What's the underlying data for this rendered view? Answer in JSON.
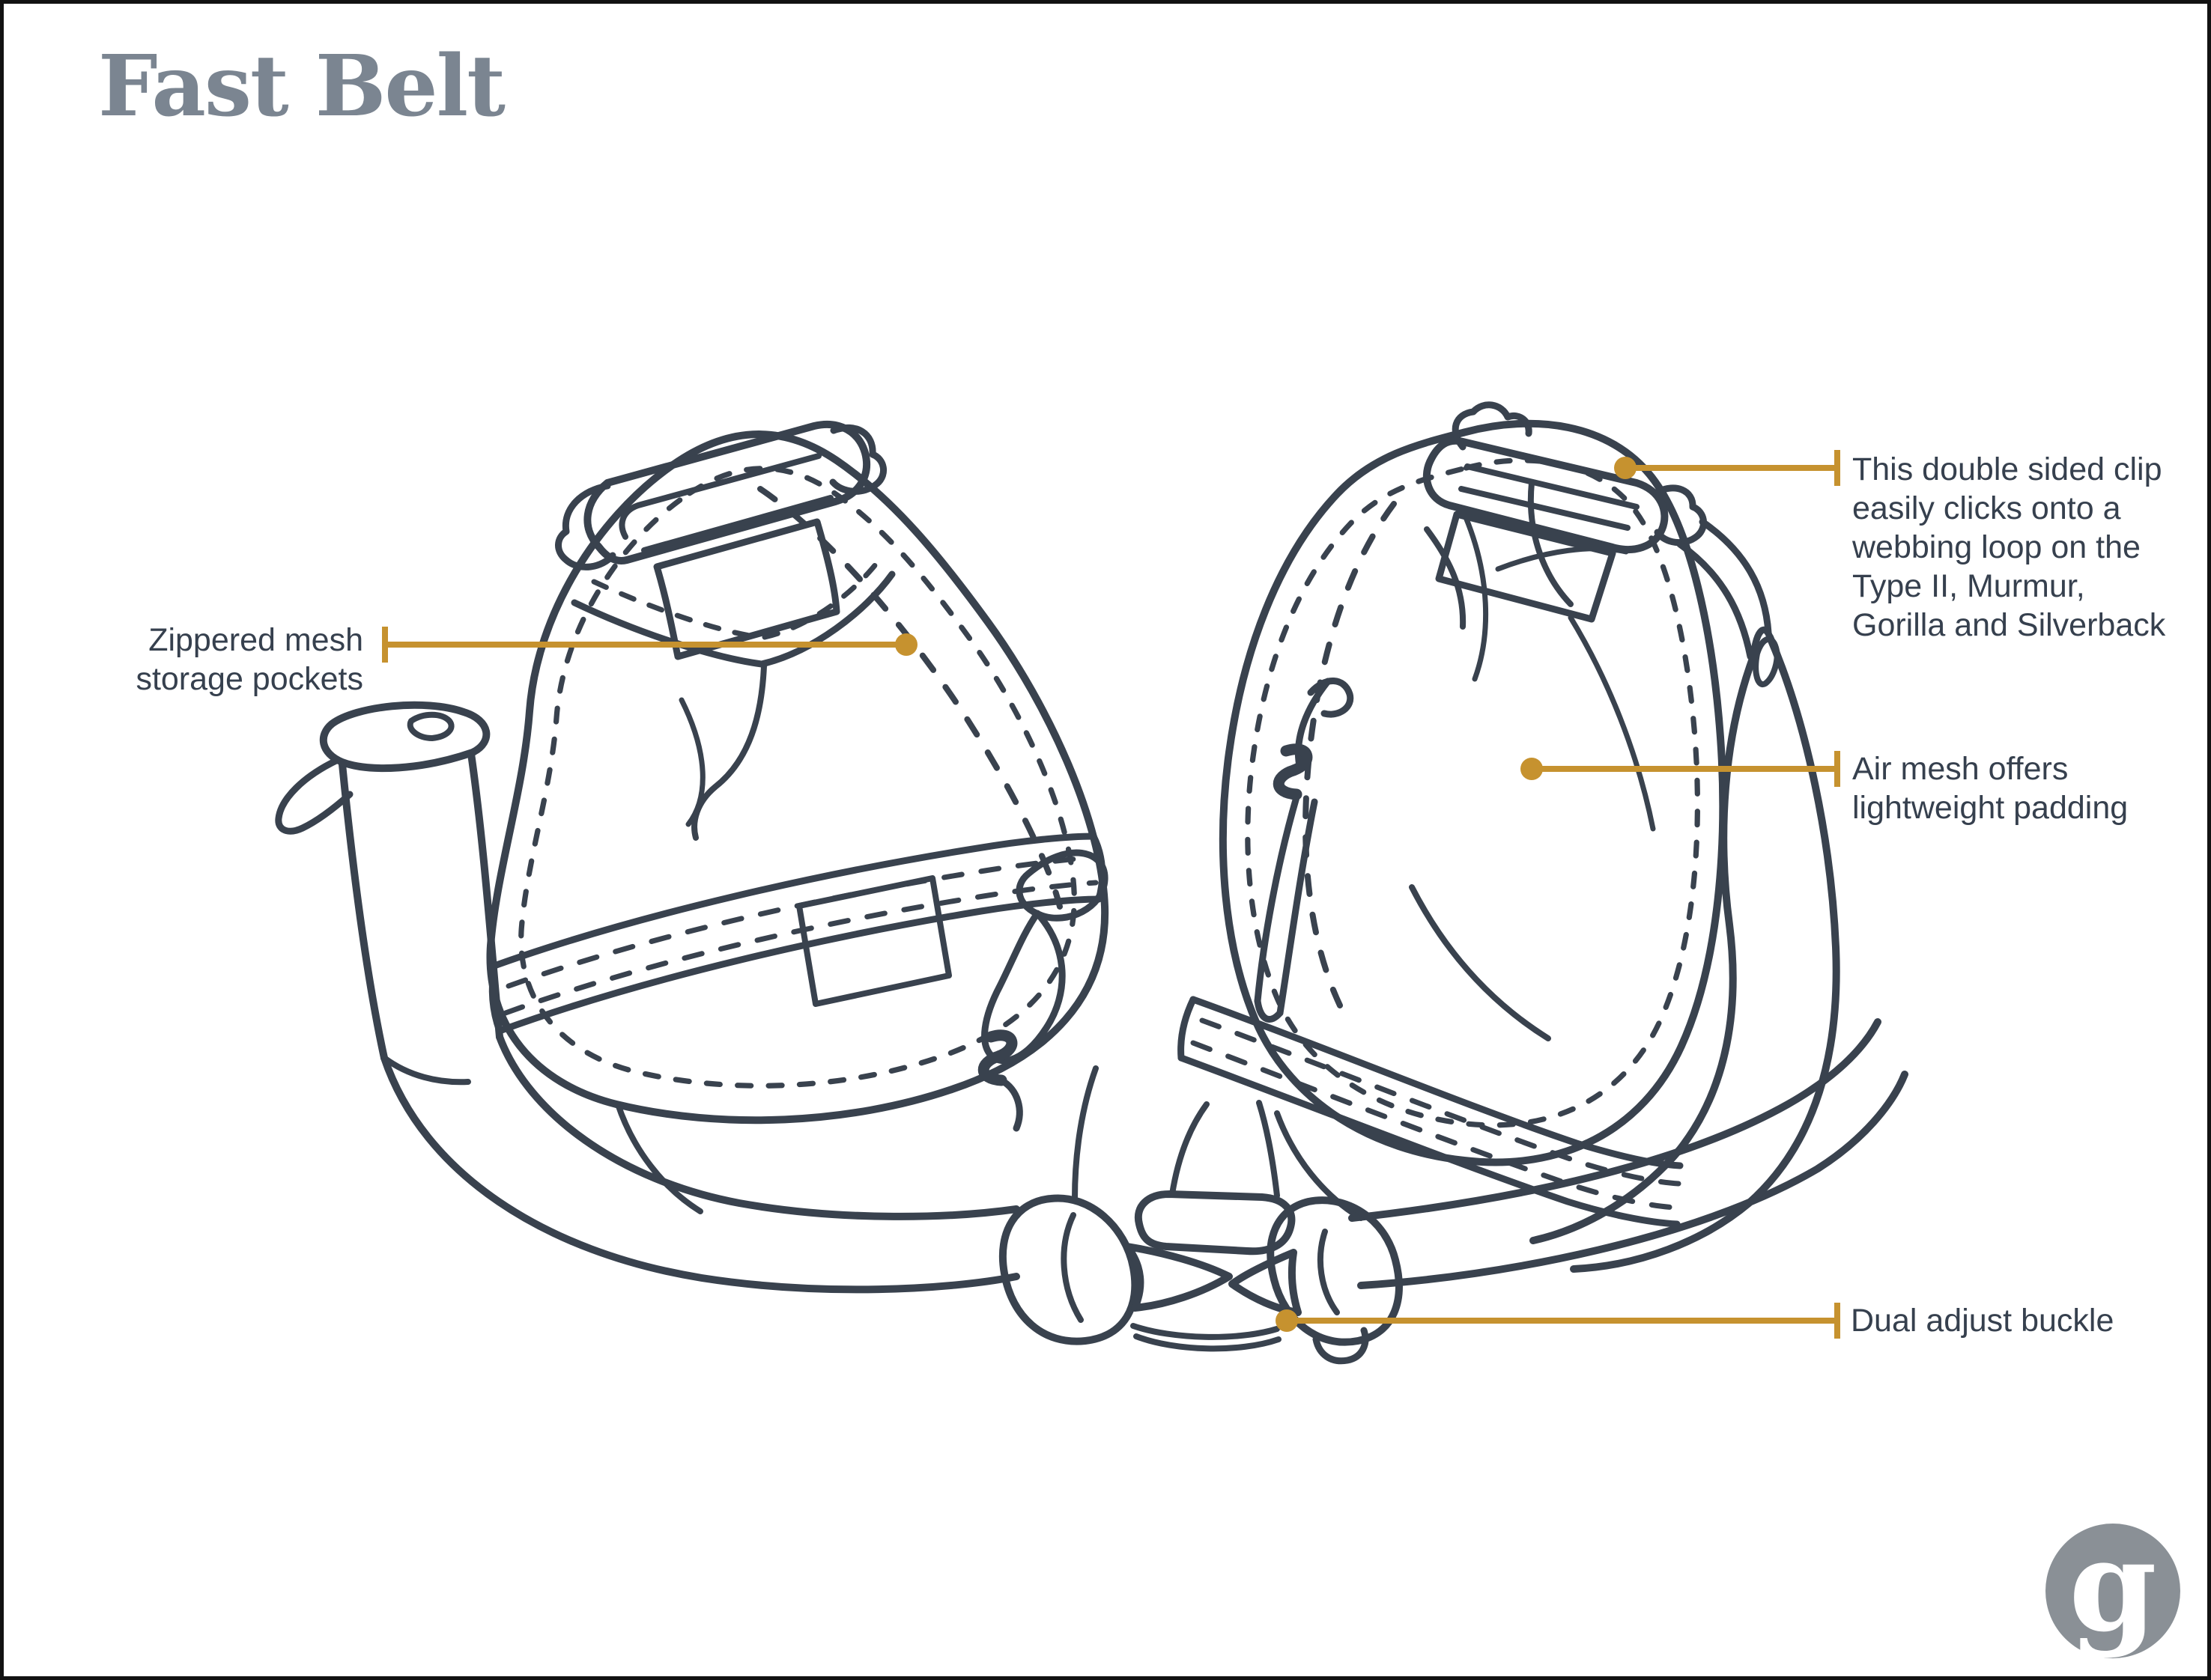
{
  "header": {
    "title": "Fast Belt",
    "title_color": "#7B8591"
  },
  "colors": {
    "ink": "#39424E",
    "accent_gold": "#C6922F",
    "title_gray": "#7B8591",
    "logo_gray": "#8A9096",
    "background": "#FFFFFF",
    "frame": "#121212"
  },
  "annotations": {
    "zippered_mesh": {
      "text": "Zippered mesh\nstorage pockets"
    },
    "double_sided_clip": {
      "text": "This double sided clip\neasily clicks onto a\nwebbing loop on the\nType II, Murmur,\nGorilla and Silverback"
    },
    "air_mesh": {
      "text": "Air mesh offers\nlightweight padding"
    },
    "dual_adjust_buckle": {
      "text": "Dual adjust buckle"
    }
  },
  "logo": {
    "letter": "g"
  }
}
